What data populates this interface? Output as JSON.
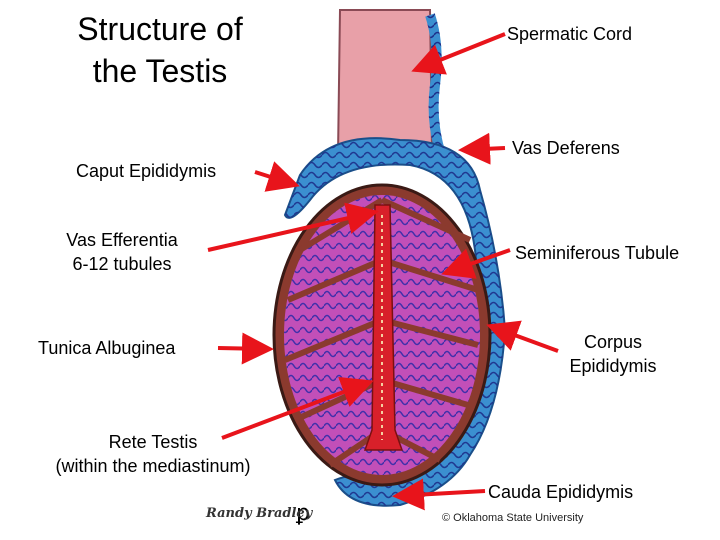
{
  "title": {
    "line1": "Structure of",
    "line2": "the Testis"
  },
  "labels": {
    "spermatic_cord": "Spermatic Cord",
    "vas_deferens": "Vas Deferens",
    "caput_epididymis": "Caput Epididymis",
    "vas_efferentia_line1": "Vas Efferentia",
    "vas_efferentia_line2": "6-12 tubules",
    "seminiferous_tubule": "Seminiferous Tubule",
    "tunica_albuginea": "Tunica Albuginea",
    "corpus_epididymis_line1": "Corpus",
    "corpus_epididymis_line2": "Epididymis",
    "rete_testis_line1": "Rete Testis",
    "rete_testis_line2": "(within the mediastinum)",
    "cauda_epididymis": "Cauda Epididymis"
  },
  "credits": {
    "signature": "Randy Bradley",
    "copyright": "© Oklahoma State University"
  },
  "colors": {
    "arrow": "#e8141b",
    "cord": "#e8a0a8",
    "epididymis": "#3b8fd0",
    "tubule_fill": "#c24fb8",
    "tubule_lines": "#2a2aa8",
    "septa": "#8b3a2e",
    "mediastinum": "#d8202a"
  }
}
